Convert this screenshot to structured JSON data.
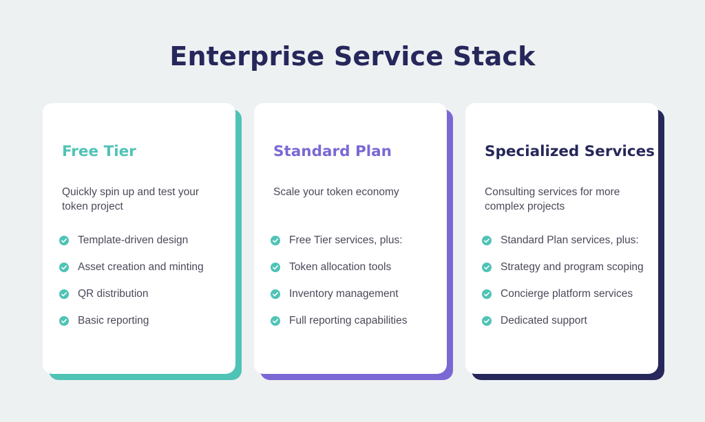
{
  "title": "Enterprise Service Stack",
  "colors": {
    "background": "#eef1f2",
    "title": "#26275a",
    "check": "#4fc3b6",
    "free_accent": "#4fc3b6",
    "standard_accent": "#7b68d4",
    "specialized_accent": "#26275a"
  },
  "cards": [
    {
      "title": "Free Tier",
      "description": "Quickly spin up and test your token project",
      "features": [
        "Template-driven design",
        "Asset creation and minting",
        "QR distribution",
        "Basic reporting"
      ]
    },
    {
      "title": "Standard Plan",
      "description": "Scale your token economy",
      "features": [
        "Free Tier services, plus:",
        "Token allocation tools",
        "Inventory management",
        "Full reporting capabilities"
      ]
    },
    {
      "title": "Specialized Services",
      "description": "Consulting services for more complex projects",
      "features": [
        "Standard Plan services, plus:",
        "Strategy and program scoping",
        "Concierge platform services",
        "Dedicated support"
      ]
    }
  ],
  "icons": {
    "check": "check-circle-icon"
  }
}
